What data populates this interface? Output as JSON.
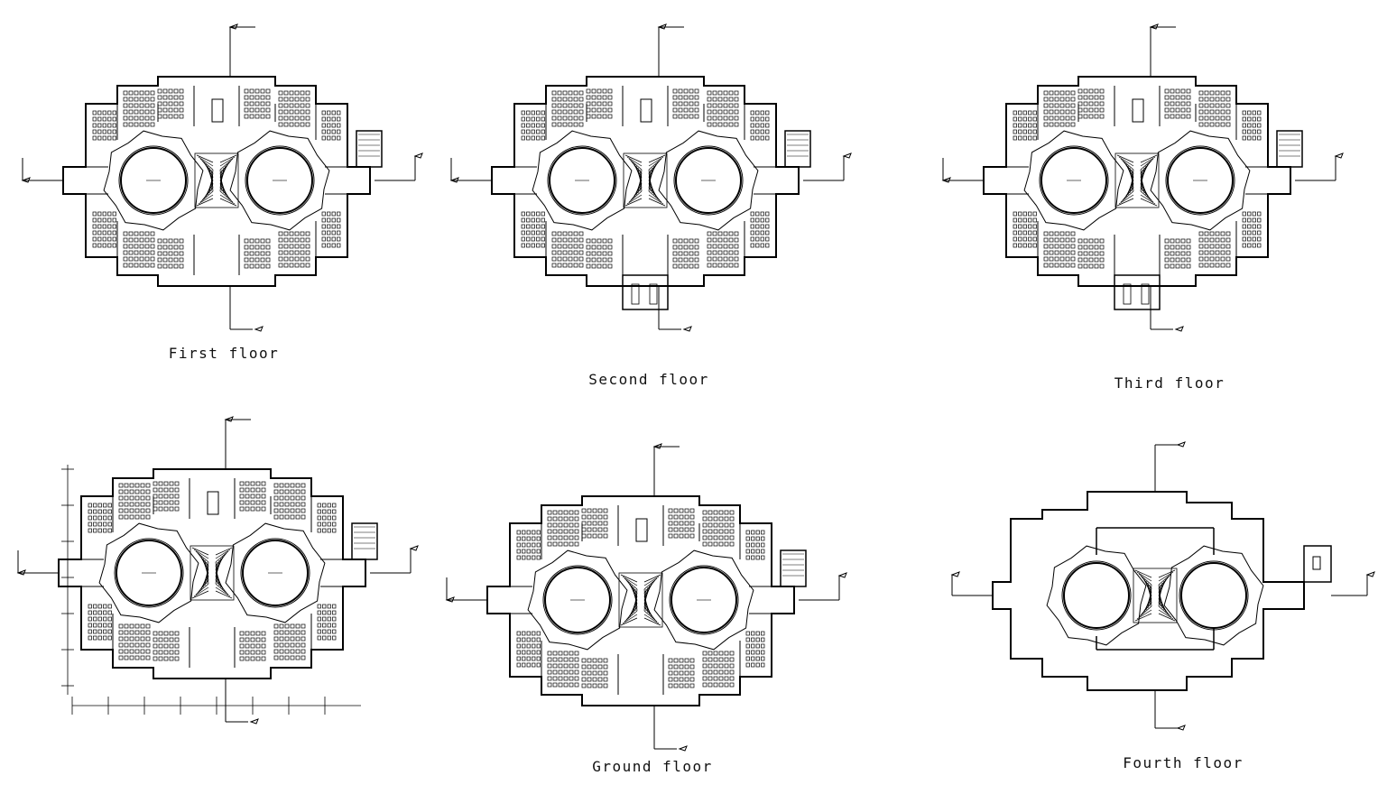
{
  "drawing": {
    "line_color": "#000000",
    "background": "#ffffff",
    "plans": [
      {
        "id": "first",
        "label": "First floor",
        "detail": "full",
        "label_visible": true
      },
      {
        "id": "second",
        "label": "Second floor",
        "detail": "full",
        "label_visible": true
      },
      {
        "id": "third",
        "label": "Third floor",
        "detail": "full",
        "label_visible": true
      },
      {
        "id": "ground",
        "label": "",
        "detail": "ground",
        "label_visible": false
      },
      {
        "id": "ground2",
        "label": "Ground floor",
        "detail": "full",
        "label_visible": true
      },
      {
        "id": "fourth",
        "label": "Fourth floor",
        "detail": "outline",
        "label_visible": true
      }
    ]
  }
}
